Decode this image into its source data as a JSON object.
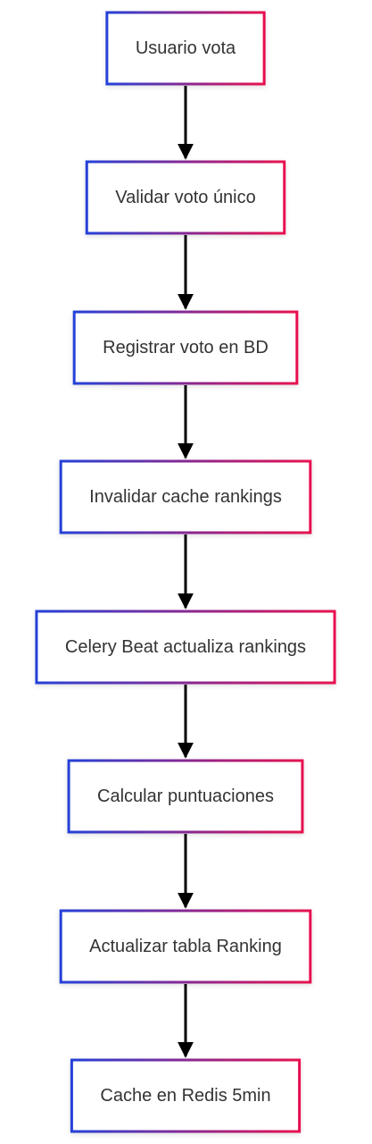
{
  "diagram": {
    "type": "flowchart",
    "direction": "top-to-bottom",
    "colors": {
      "border_start": "#2541d8",
      "border_end": "#e8114f",
      "arrow": "#000000",
      "text": "#333333",
      "background": "#ffffff"
    },
    "nodes": [
      {
        "id": "n1",
        "label": "Usuario vota"
      },
      {
        "id": "n2",
        "label": "Validar voto único"
      },
      {
        "id": "n3",
        "label": "Registrar voto en BD"
      },
      {
        "id": "n4",
        "label": "Invalidar cache rankings"
      },
      {
        "id": "n5",
        "label": "Celery Beat actualiza rankings"
      },
      {
        "id": "n6",
        "label": "Calcular puntuaciones"
      },
      {
        "id": "n7",
        "label": "Actualizar tabla Ranking"
      },
      {
        "id": "n8",
        "label": "Cache en Redis 5min"
      }
    ],
    "edges": [
      {
        "from": "n1",
        "to": "n2"
      },
      {
        "from": "n2",
        "to": "n3"
      },
      {
        "from": "n3",
        "to": "n4"
      },
      {
        "from": "n4",
        "to": "n5"
      },
      {
        "from": "n5",
        "to": "n6"
      },
      {
        "from": "n6",
        "to": "n7"
      },
      {
        "from": "n7",
        "to": "n8"
      }
    ]
  }
}
